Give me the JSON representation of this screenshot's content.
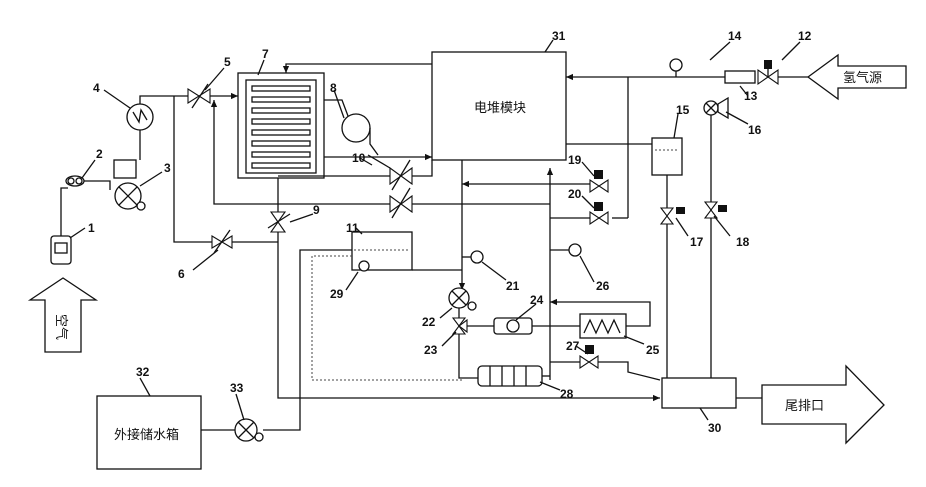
{
  "labels": {
    "fuel_cell_module": "电堆模块",
    "hydrogen_source": "氢气源",
    "exhaust_outlet": "尾排口",
    "external_tank": "外接储水箱",
    "air_filter": "空气"
  },
  "components": {
    "c1": "1",
    "c2": "2",
    "c3": "3",
    "c4": "4",
    "c5": "5",
    "c6": "6",
    "c7": "7",
    "c8": "8",
    "c9": "9",
    "c10": "10",
    "c11": "11",
    "c12": "12",
    "c13": "13",
    "c14": "14",
    "c15": "15",
    "c16": "16",
    "c17": "17",
    "c18": "18",
    "c19": "19",
    "c20": "20",
    "c21": "21",
    "c22": "22",
    "c23": "23",
    "c24": "24",
    "c25": "25",
    "c26": "26",
    "c27": "27",
    "c28": "28",
    "c29": "29",
    "c30": "30",
    "c31": "31",
    "c32": "32",
    "c33": "33"
  }
}
